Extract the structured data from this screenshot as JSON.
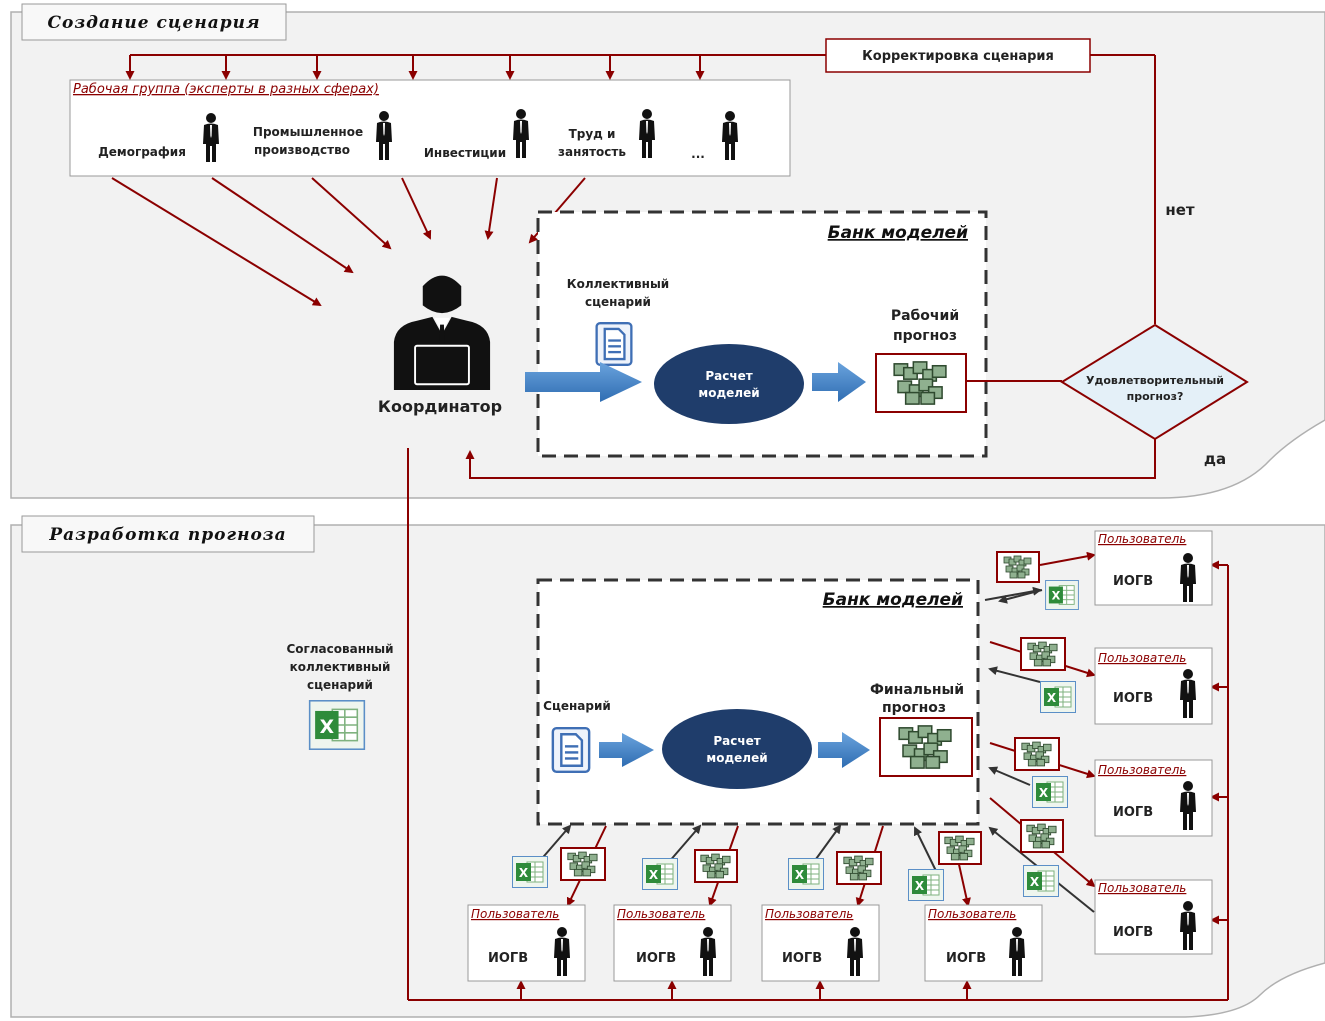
{
  "sections": {
    "creation_title": "Создание сценария",
    "forecast_title": "Разработка прогноза"
  },
  "working_group": {
    "title": "Рабочая группа (эксперты в разных сферах)",
    "experts": [
      {
        "label_lines": [
          "Демография"
        ]
      },
      {
        "label_lines": [
          "Промышленное",
          "производство"
        ]
      },
      {
        "label_lines": [
          "Инвестиции"
        ]
      },
      {
        "label_lines": [
          "Труд и",
          "занятость"
        ]
      },
      {
        "label_lines": [
          "..."
        ]
      }
    ]
  },
  "correction_label": "Корректировка сценария",
  "coordinator_label": "Координатор",
  "model_bank_top": {
    "title": "Банк моделей",
    "collective_scenario_lines": [
      "Коллективный",
      "сценарий"
    ],
    "calc_lines": [
      "Расчет",
      "моделей"
    ],
    "working_forecast_lines": [
      "Рабочий",
      "прогноз"
    ]
  },
  "decision": {
    "lines": [
      "Удовлетворительный",
      "прогноз?"
    ],
    "no_label": "нет",
    "yes_label": "да"
  },
  "agreed_scenario_lines": [
    "Согласованный",
    "коллективный",
    "сценарий"
  ],
  "model_bank_bottom": {
    "title": "Банк моделей",
    "scenario_label": "Сценарий",
    "calc_lines": [
      "Расчет",
      "моделей"
    ],
    "final_forecast_lines": [
      "Финальный",
      "прогноз"
    ]
  },
  "user_box": {
    "title": "Пользователь",
    "org": "ИОГВ"
  },
  "icons": {
    "person": "person-silhouette-icon",
    "coordinator": "coordinator-at-laptop-icon",
    "document": "document-icon",
    "spreadsheet": "excel-icon",
    "data_cubes": "data-cubes-icon"
  },
  "colors": {
    "arrow_red": "#8b0000",
    "ellipse_blue": "#1f3d6b",
    "block_arrow_blue": "#4a86c8",
    "diamond_fill": "#e4f0f8",
    "panel_fill": "#f2f2f2"
  }
}
